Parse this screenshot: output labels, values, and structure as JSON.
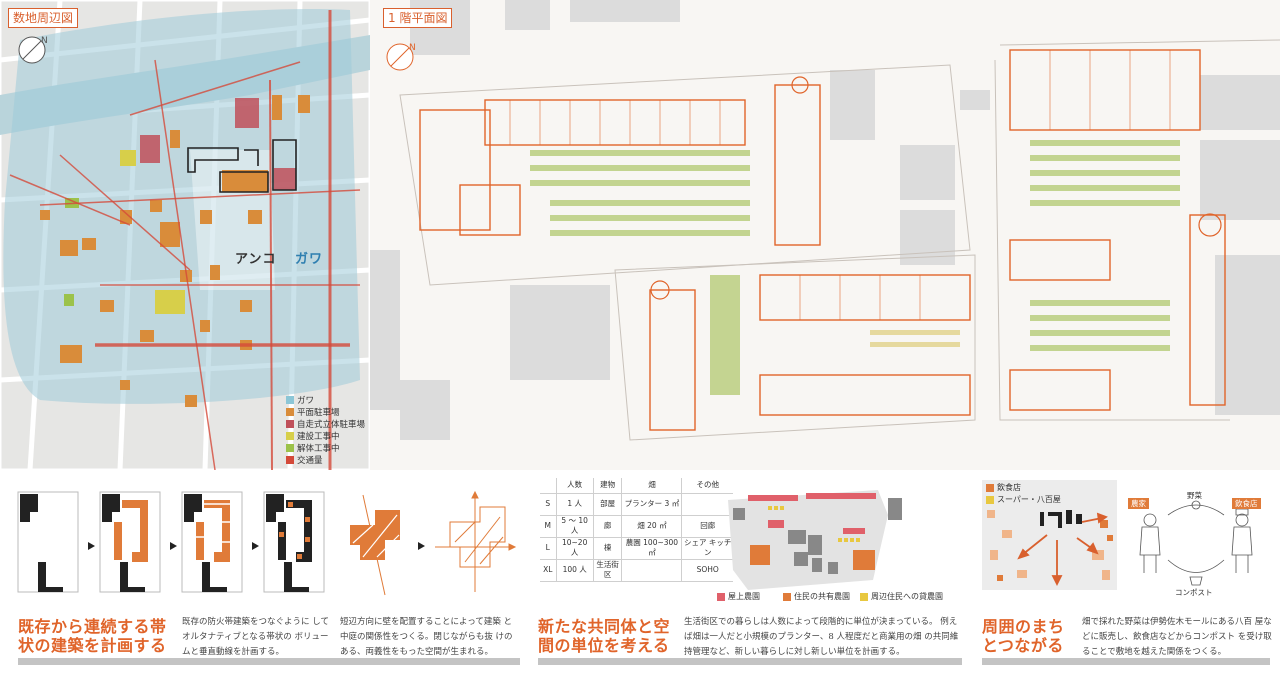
{
  "site_map": {
    "title": "数地周辺図",
    "compass": "N",
    "area_labels": {
      "anko": "アンコ",
      "gawa": "ガワ"
    },
    "legend": [
      {
        "label": "ガワ",
        "color": "#8cc6d6"
      },
      {
        "label": "平面駐車場",
        "color": "#d98c3a"
      },
      {
        "label": "自走式立体駐車場",
        "color": "#c0505a"
      },
      {
        "label": "建設工事中",
        "color": "#d7cf4a"
      },
      {
        "label": "解体工事中",
        "color": "#9cc24a"
      },
      {
        "label": "交通量",
        "color": "#d44a3a"
      }
    ]
  },
  "floor_plan": {
    "title": "1 階平面図",
    "compass": "N"
  },
  "panel_a": {
    "heading_line1": "既存から連続する帯",
    "heading_line2": "状の建築を計画する",
    "text_col1": "既存の防火帯建築をつなぐように してオルタナティブとなる帯状の ボリュームと垂直動線を計画する。",
    "text_col2": "短辺方向に壁を配置することによって建築 と中庭の関係性をつくる。閉じながらも抜 けのある、両義性をもった空間が生まれる。"
  },
  "panel_b": {
    "heading_line1": "新たな共同体と空",
    "heading_line2": "間の単位を考える",
    "text": "生活街区での暮らしは人数によって段階的に単位が決まっている。 例えば畑は一人だと小規模のプランター、8 人程度だと商業用の畑 の共同維持管理など、新しい暮らしに対し新しい単位を計画する。",
    "table": {
      "headers": [
        "",
        "人数",
        "建物",
        "畑",
        "その他"
      ],
      "rows": [
        [
          "S",
          "1 人",
          "部屋",
          "プランター 3 ㎡",
          ""
        ],
        [
          "M",
          "5 〜 10 人",
          "廊",
          "畑 20 ㎡",
          "回廊"
        ],
        [
          "L",
          "10~20 人",
          "棟",
          "農園 100~300 ㎡",
          "シェア キッチン"
        ],
        [
          "XL",
          "100 人",
          "生活街区",
          "",
          "SOHO"
        ]
      ]
    },
    "legend": [
      {
        "label": "屋上農園",
        "color": "#e0606a"
      },
      {
        "label": "住民の共有農園",
        "color": "#e07b39"
      },
      {
        "label": "周辺住民への貸農園",
        "color": "#e8c840"
      }
    ]
  },
  "panel_c": {
    "heading_line1": "周囲のまち",
    "heading_line2": "とつながる",
    "text": "畑で採れた野菜は伊勢佐木モールにある八百 屋などに販売し、飲食店などからコンポスト を受け取ることで敷地を越えた関係をつくる。",
    "legend": [
      {
        "label": "飲食店",
        "color": "#e07b39"
      },
      {
        "label": "スーパー・八百屋",
        "color": "#e8c840"
      }
    ],
    "labels": {
      "farmer": "農家",
      "restaurant": "飲食店",
      "vegetable": "野菜",
      "compost": "コンポスト"
    }
  }
}
